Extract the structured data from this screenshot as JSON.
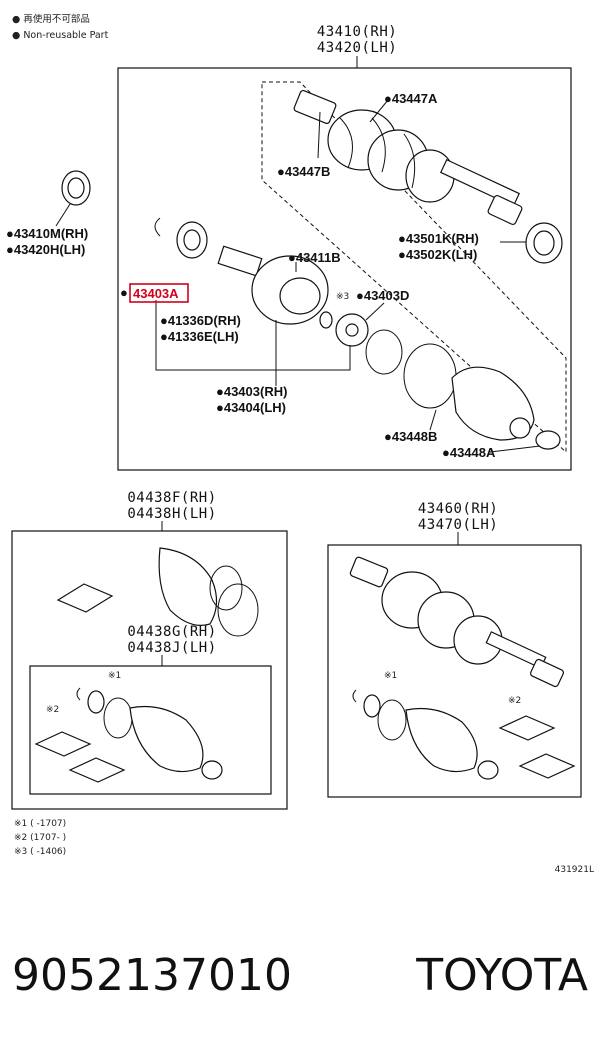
{
  "legend": {
    "bullet": "●",
    "line1": "再使用不可部品",
    "line2": "Non-reusable Part"
  },
  "main_assembly": {
    "rh": "43410(RH)",
    "lh": "43420(LH)"
  },
  "callouts": {
    "p43447A": "●43447A",
    "p43447B": "●43447B",
    "p43410M": "●43410M(RH)",
    "p43420H": "●43420H(LH)",
    "p43501K": "●43501K(RH)",
    "p43502K": "●43502K(LH)",
    "p43411B": "●43411B",
    "bullet_only": "●",
    "p43403A": "43403A",
    "note3_mark": "※3",
    "p43403D": "●43403D",
    "p41336D": "●41336D(RH)",
    "p41336E": "●41336E(LH)",
    "p43403": "●43403(RH)",
    "p43404": "●43404(LH)",
    "p43448B": "●43448B",
    "p43448A": "●43448A"
  },
  "kit_left": {
    "rh": "04438F(RH)",
    "lh": "04438H(LH)",
    "inner_rh": "04438G(RH)",
    "inner_lh": "04438J(LH)",
    "note1": "※1",
    "note2": "※2"
  },
  "kit_right": {
    "rh": "43460(RH)",
    "lh": "43470(LH)",
    "note1": "※1",
    "note2": "※2"
  },
  "footnotes": [
    "※1 (      -1707)",
    "※2 (1707-      )",
    "※3 (      -1406)"
  ],
  "diagram_id": "431921L",
  "part_number": "9052137010",
  "brand": "TOYOTA",
  "colors": {
    "line": "#111111",
    "highlight": "#d0021b",
    "background": "#ffffff"
  }
}
